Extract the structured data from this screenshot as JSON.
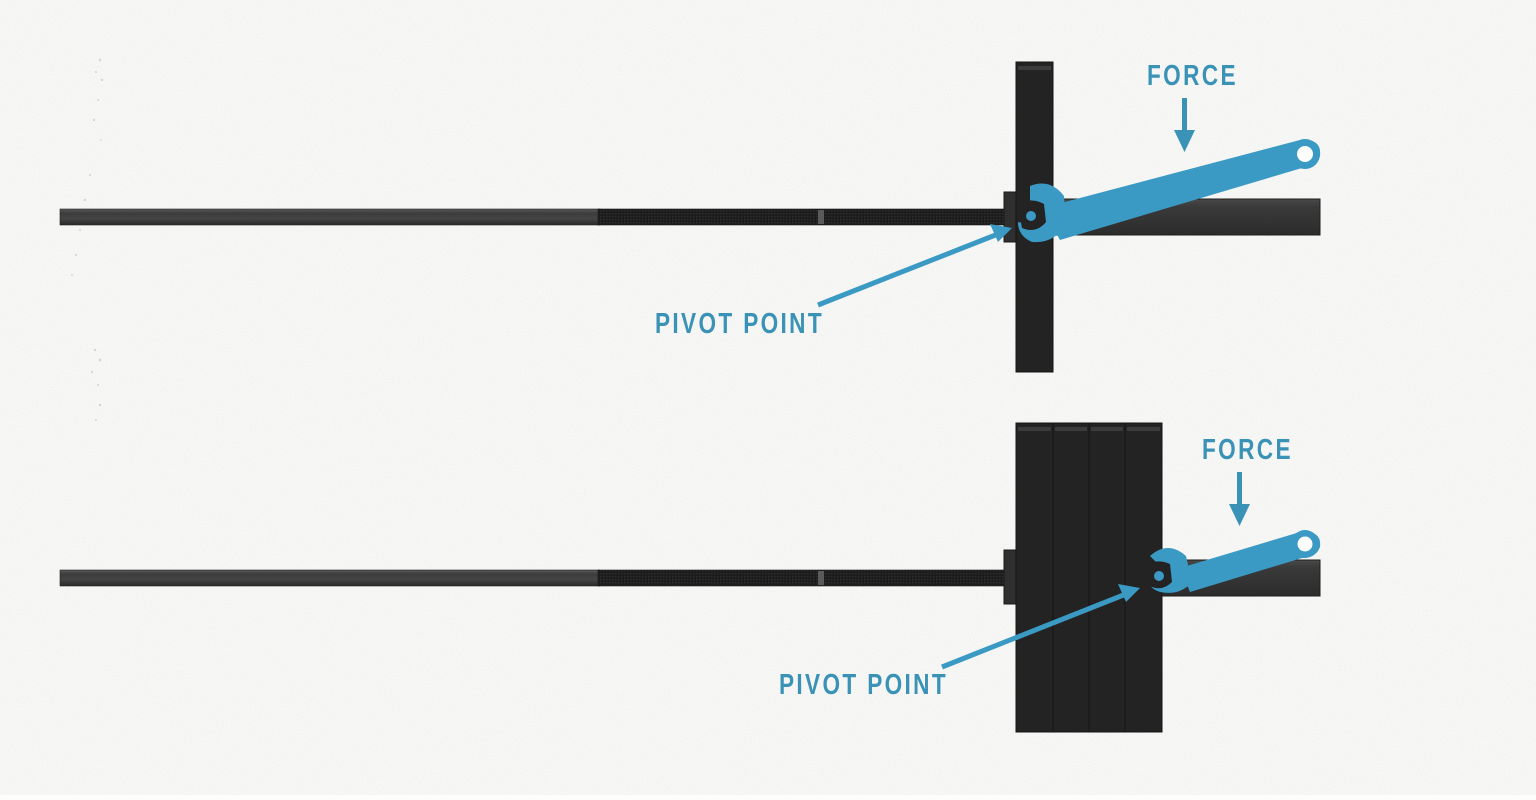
{
  "colors": {
    "accent": "#3a9ac4",
    "label": "#3a92b6",
    "bar": "#343434",
    "plate": "#232323",
    "background": "#fdfdfc"
  },
  "panels": [
    {
      "id": "single-plate",
      "plates": 1,
      "force_label": "FORCE",
      "pivot_label": "PIVOT POINT"
    },
    {
      "id": "stacked-plates",
      "plates": 4,
      "force_label": "FORCE",
      "pivot_label": "PIVOT POINT"
    }
  ]
}
